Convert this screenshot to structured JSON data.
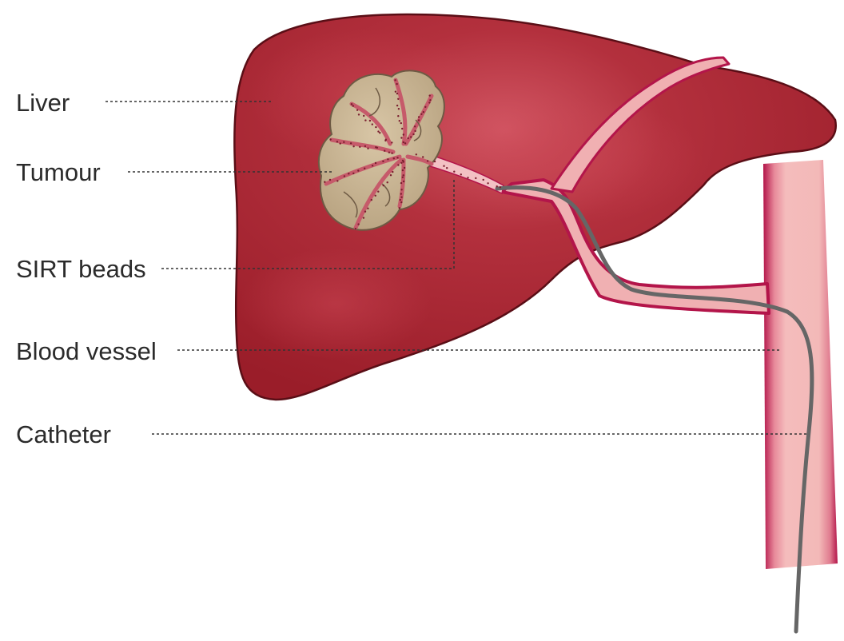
{
  "labels": {
    "liver": "Liver",
    "tumour": "Tumour",
    "sirt_beads": "SIRT beads",
    "blood_vessel": "Blood vessel",
    "catheter": "Catheter"
  },
  "colors": {
    "liver_main": "#a0202c",
    "liver_highlight": "#cc4d5c",
    "liver_outline": "#5a0e16",
    "tumour_fill": "#c9b594",
    "tumour_outline": "#6e5a44",
    "vessel_fill": "#f0b2b3",
    "vessel_edge": "#b3154a",
    "catheter": "#666666",
    "bead_dot": "#7a1e2e"
  }
}
